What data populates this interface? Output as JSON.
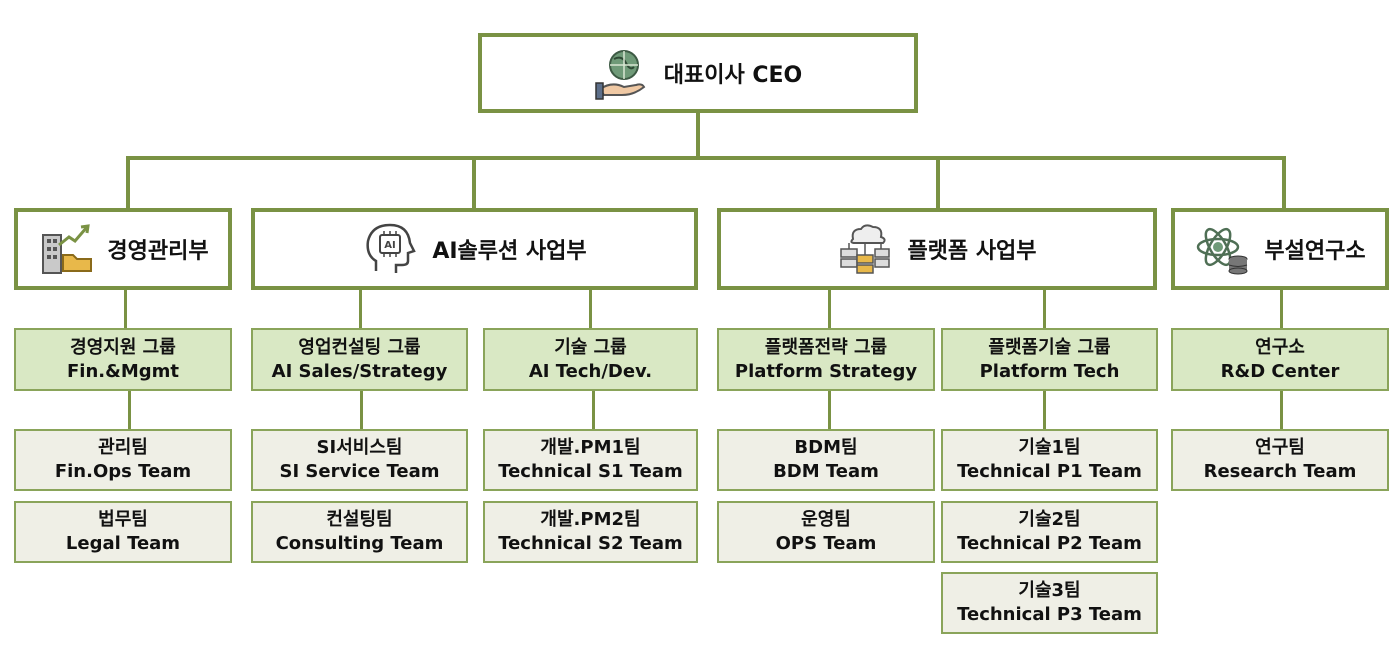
{
  "ceo": {
    "label": "대표이사 CEO"
  },
  "divisions": [
    {
      "label": "경영관리부"
    },
    {
      "label": "AI솔루션 사업부"
    },
    {
      "label": "플랫폼 사업부"
    },
    {
      "label": "부설연구소"
    }
  ],
  "groups": [
    {
      "ko": "경영지원 그룹",
      "en": "Fin.&Mgmt"
    },
    {
      "ko": "영업컨설팅 그룹",
      "en": "AI Sales/Strategy"
    },
    {
      "ko": "기술 그룹",
      "en": "AI Tech/Dev."
    },
    {
      "ko": "플랫폼전략 그룹",
      "en": "Platform Strategy"
    },
    {
      "ko": "플랫폼기술 그룹",
      "en": "Platform Tech"
    },
    {
      "ko": "연구소",
      "en": "R&D Center"
    }
  ],
  "teams": [
    {
      "ko": "관리팀",
      "en": "Fin.Ops Team"
    },
    {
      "ko": "법무팀",
      "en": "Legal Team"
    },
    {
      "ko": "SI서비스팀",
      "en": "SI Service Team"
    },
    {
      "ko": "컨설팅팀",
      "en": "Consulting Team"
    },
    {
      "ko": "개발.PM1팀",
      "en": "Technical S1 Team"
    },
    {
      "ko": "개발.PM2팀",
      "en": "Technical S2 Team"
    },
    {
      "ko": "BDM팀",
      "en": "BDM Team"
    },
    {
      "ko": "운영팀",
      "en": "OPS Team"
    },
    {
      "ko": "기술1팀",
      "en": "Technical P1 Team"
    },
    {
      "ko": "기술2팀",
      "en": "Technical P2 Team"
    },
    {
      "ko": "기술3팀",
      "en": "Technical P3 Team"
    },
    {
      "ko": "연구팀",
      "en": "Research Team"
    }
  ],
  "colors": {
    "accent": "#7a9244",
    "group_fill": "#d9e8c4",
    "team_fill": "#efefe6"
  },
  "icons": [
    "globe-hand-icon",
    "building-chart-icon",
    "ai-head-icon",
    "cloud-server-icon",
    "atom-database-icon"
  ]
}
